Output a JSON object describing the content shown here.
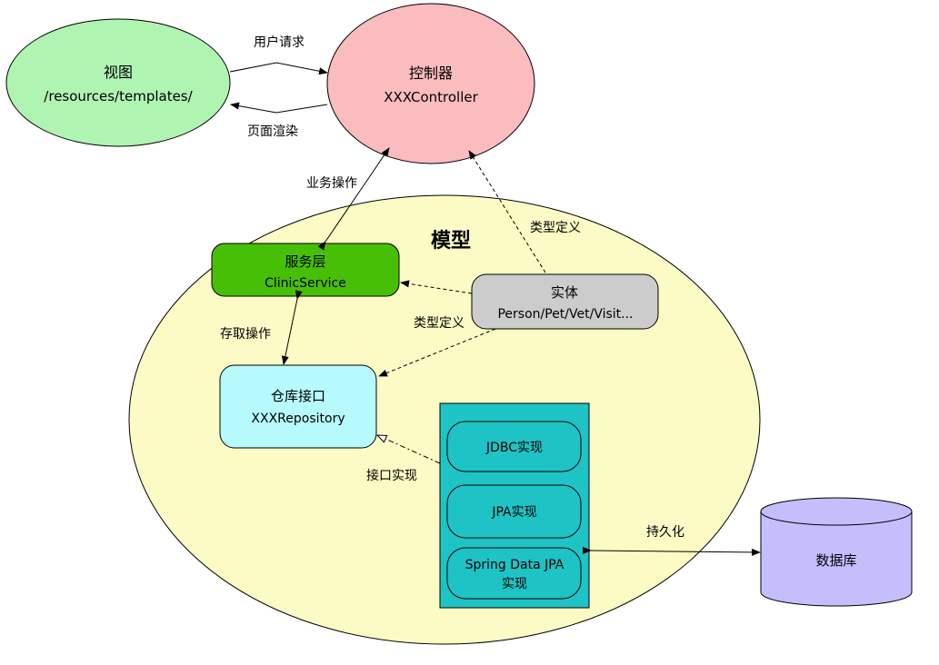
{
  "view": {
    "title": "视图",
    "subtitle": "/resources/templates/"
  },
  "controller": {
    "title": "控制器",
    "subtitle": "XXXController"
  },
  "model": {
    "title": "模型"
  },
  "service": {
    "title": "服务层",
    "subtitle": "ClinicService"
  },
  "entity": {
    "title": "实体",
    "subtitle": "Person/Pet/Vet/Visit..."
  },
  "repository": {
    "title": "仓库接口",
    "subtitle": "XXXRepository"
  },
  "implementations": {
    "jdbc": "JDBC实现",
    "jpa": "JPA实现",
    "spring_data_line1": "Spring Data JPA",
    "spring_data_line2": "实现"
  },
  "database": {
    "title": "数据库"
  },
  "edges": {
    "user_request": "用户请求",
    "page_render": "页面渲染",
    "business_op": "业务操作",
    "type_def_controller": "类型定义",
    "type_def_repo": "类型定义",
    "access_op": "存取操作",
    "interface_impl": "接口实现",
    "persistence": "持久化"
  },
  "colors": {
    "view_fill": "#b0f4b2",
    "controller_fill": "#fbbcbf",
    "model_fill": "#fdfbc5",
    "service_fill": "#47bf07",
    "entity_fill": "#cccccc",
    "repository_fill": "#b7fafd",
    "impl_container_fill": "#1ec3c5",
    "database_fill": "#c4bffc"
  }
}
